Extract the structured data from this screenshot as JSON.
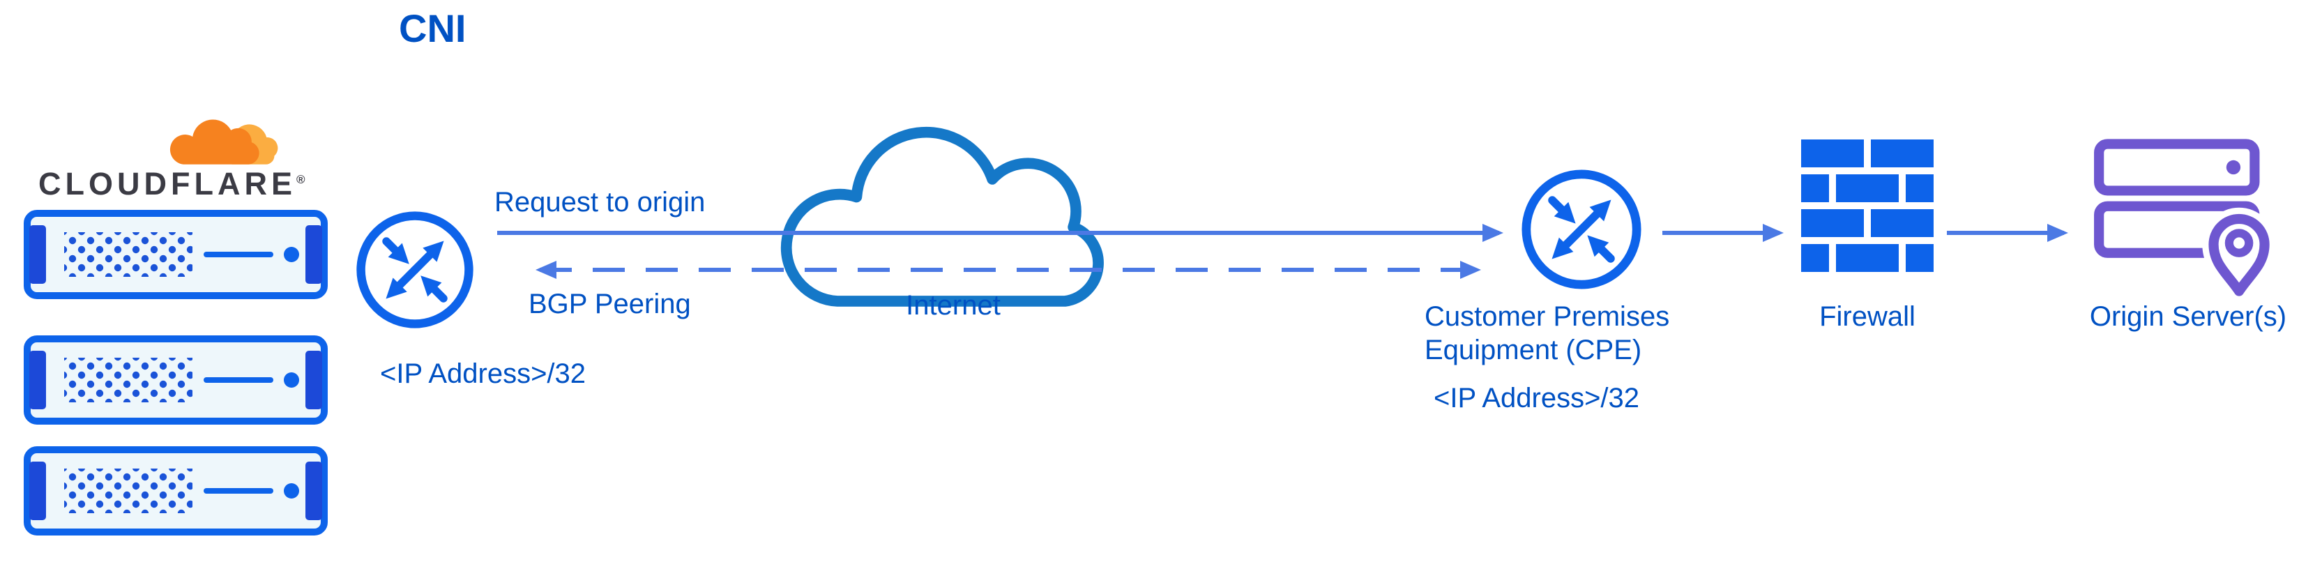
{
  "title": "CNI",
  "cloudflare": {
    "brand": "CLOUDFLARE",
    "registered": "®"
  },
  "nodes": {
    "cf_router": {
      "ip": "<IP Address>/32"
    },
    "internet": {
      "label": "Internet"
    },
    "cpe": {
      "label": "Customer Premises Equipment (CPE)",
      "ip": "<IP Address>/32"
    },
    "firewall": {
      "label": "Firewall"
    },
    "origin": {
      "label": "Origin Server(s)"
    }
  },
  "edges": {
    "request": {
      "label": "Request to origin",
      "style": "solid",
      "direction": "right"
    },
    "bgp": {
      "label": "BGP Peering",
      "style": "dashed",
      "direction": "both"
    }
  },
  "icons": {
    "cloudflare_cloud": "orange-cloud",
    "server": "server-rack",
    "router": "router-cross-arrows",
    "internet": "cloud-outline",
    "firewall": "brick-wall",
    "origin": "server-with-location-pin"
  },
  "colors": {
    "icon_blue": "#0d63ea",
    "dark_blue": "#1a49d0",
    "text_blue": "#0051c3",
    "arrow_blue": "#4b79e4",
    "cloud_blue": "#1578c8",
    "orange": "#f6821f",
    "light_orange": "#fbad41",
    "purple": "#6e57d0",
    "wordmark_dark": "#3b3b44"
  }
}
